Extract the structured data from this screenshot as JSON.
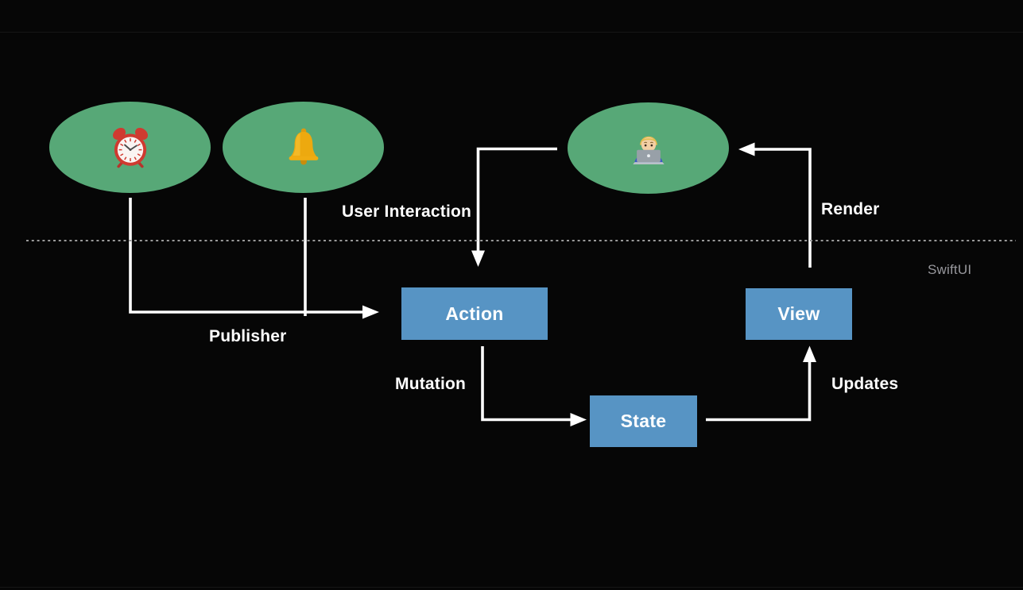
{
  "colors": {
    "background": "#060606",
    "ellipse_green": "#57a877",
    "box_blue": "#5794c4",
    "arrow_white": "#ffffff",
    "dotted_line_gray": "#9a9a9a",
    "framework_label_gray": "#98989d"
  },
  "publishers": [
    {
      "icon": "alarm-clock-emoji"
    },
    {
      "icon": "bell-emoji"
    }
  ],
  "user": {
    "icon": "technologist-emoji"
  },
  "nodes": {
    "action": {
      "label": "Action"
    },
    "state": {
      "label": "State"
    },
    "view": {
      "label": "View"
    }
  },
  "edges": {
    "user_interaction": {
      "label": "User Interaction"
    },
    "render": {
      "label": "Render"
    },
    "publisher": {
      "label": "Publisher"
    },
    "mutation": {
      "label": "Mutation"
    },
    "updates": {
      "label": "Updates"
    }
  },
  "framework_label": "SwiftUI"
}
